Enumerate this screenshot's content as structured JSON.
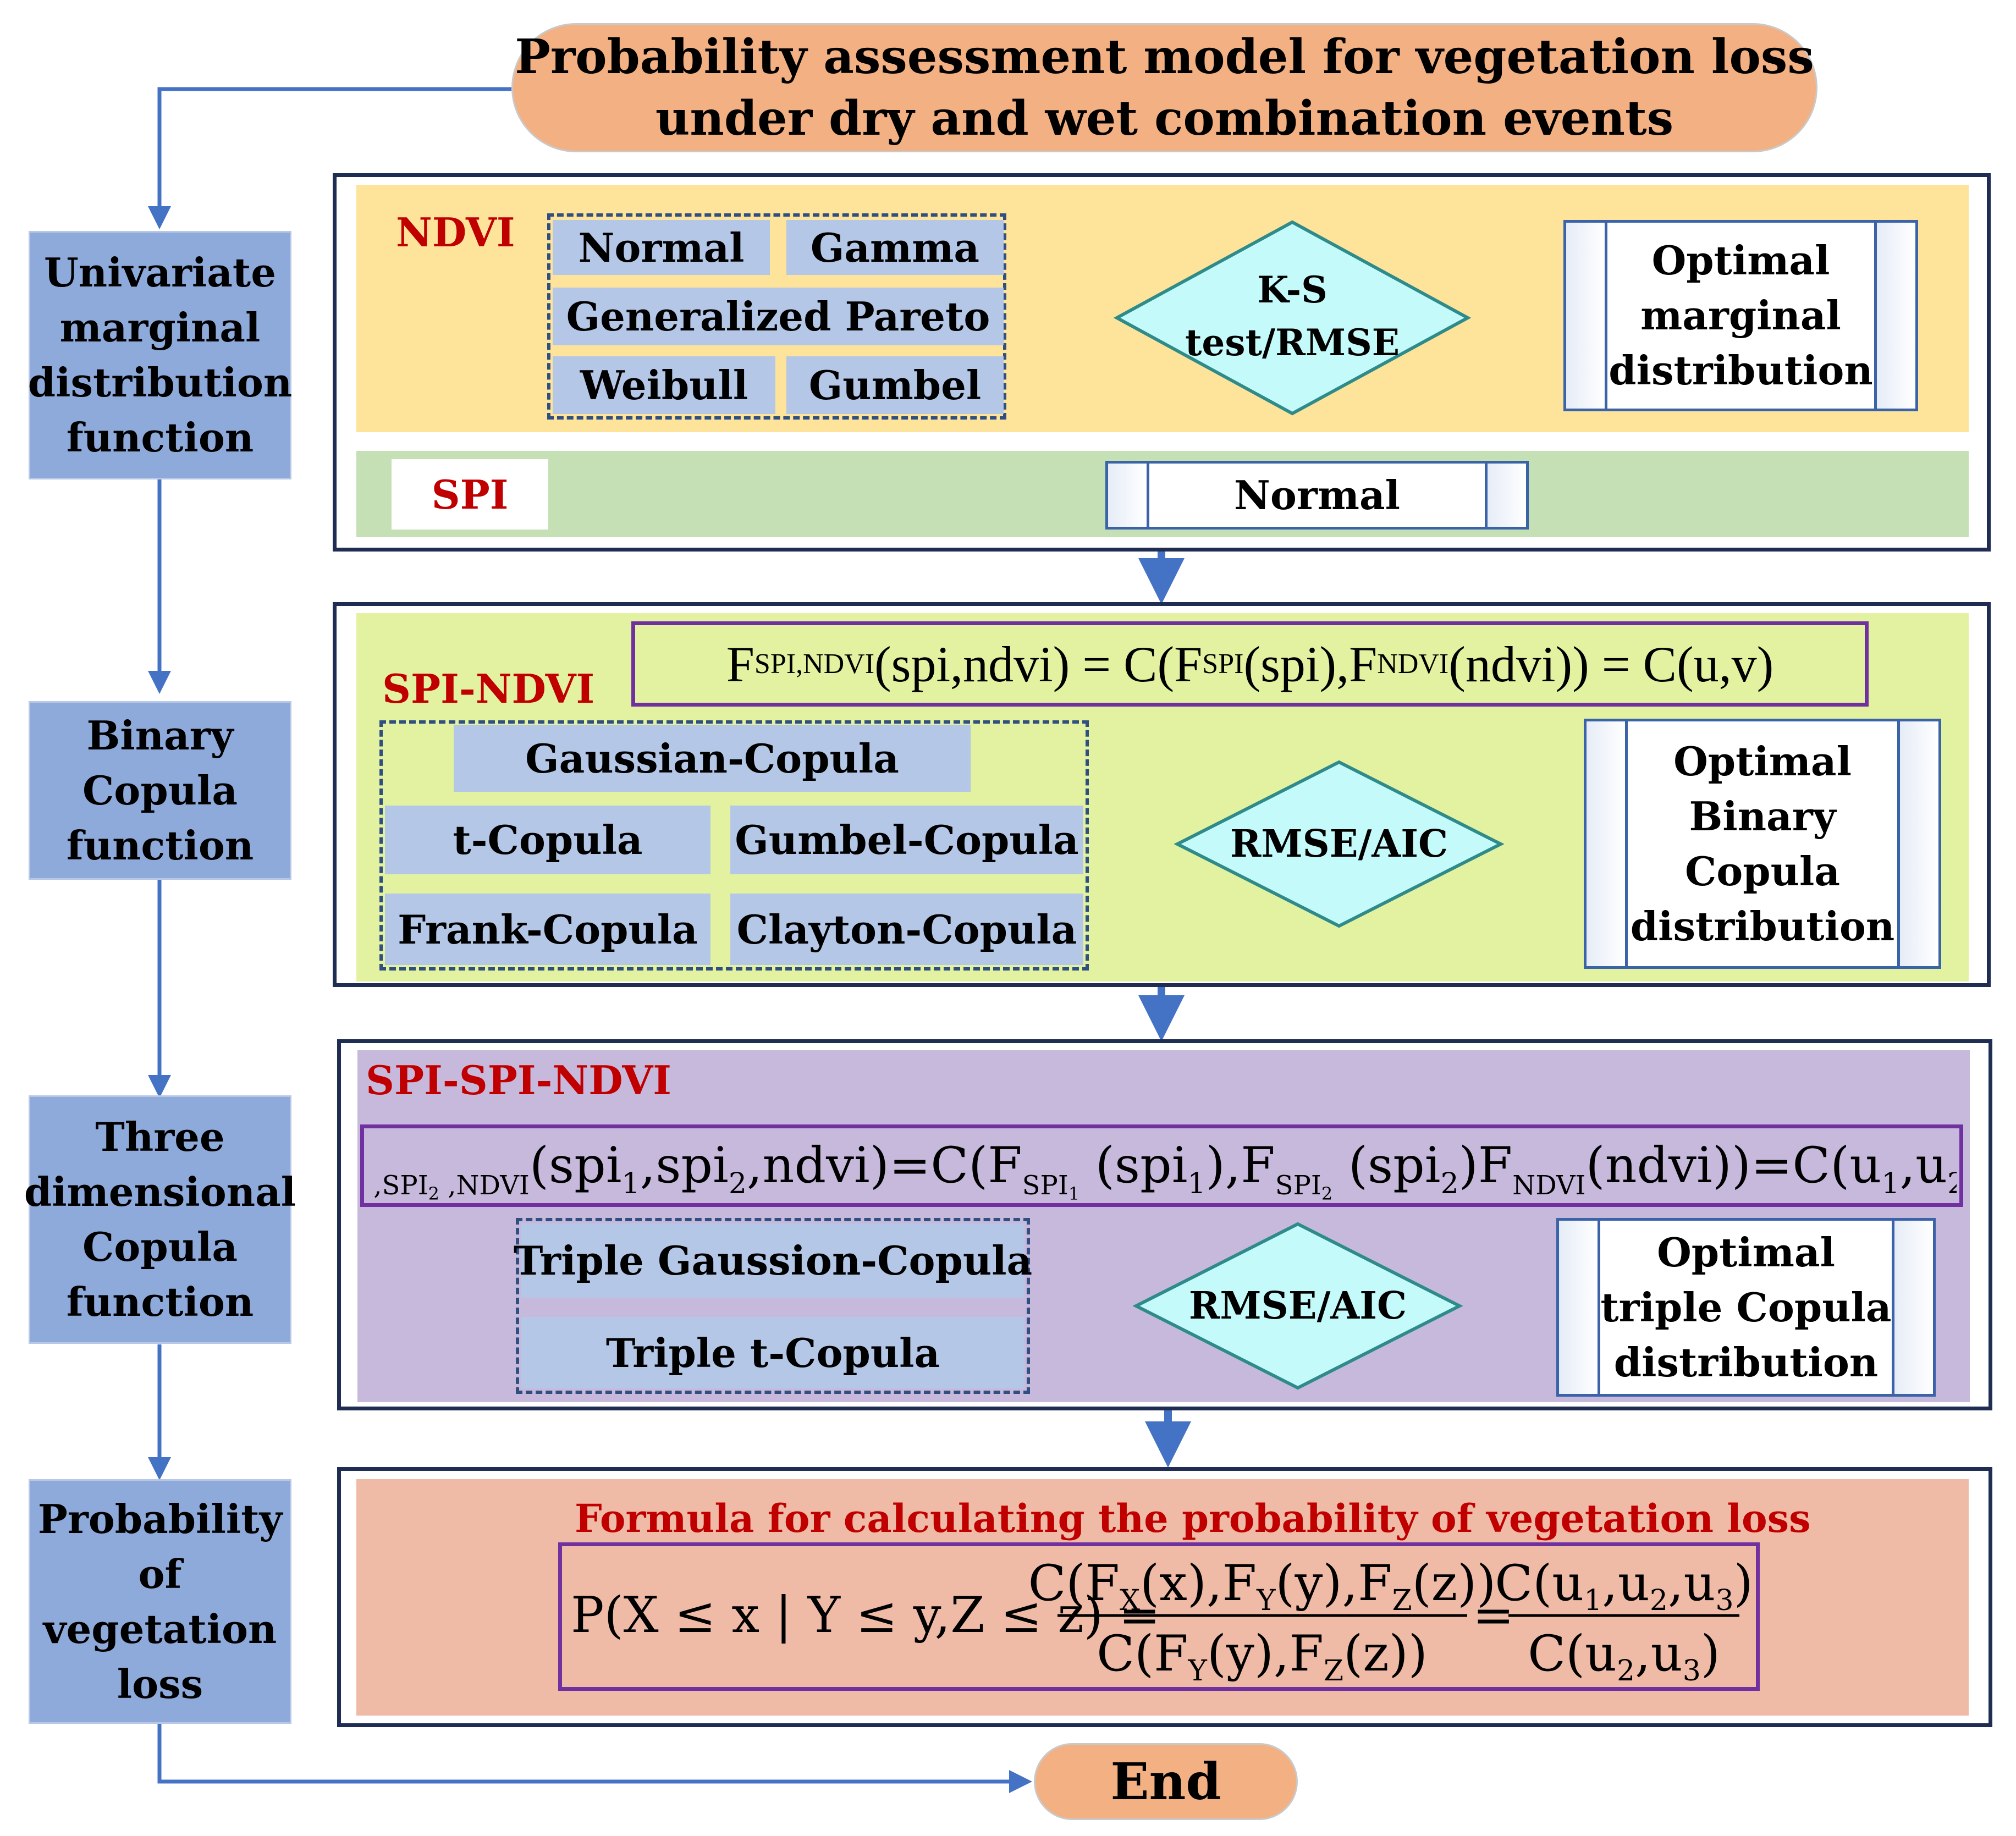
{
  "title": {
    "line1": "Probability assessment model for vegetation loss",
    "line2": "under dry and wet combination events"
  },
  "end_label": "End",
  "sidebar": [
    {
      "lines": [
        "Univariate",
        "marginal",
        "distribution",
        "function"
      ]
    },
    {
      "lines": [
        "Binary",
        "Copula",
        "function"
      ]
    },
    {
      "lines": [
        "Three",
        "dimensional",
        "Copula",
        "function"
      ]
    },
    {
      "lines": [
        "Probability",
        "of",
        "vegetation",
        "loss"
      ]
    }
  ],
  "stage1": {
    "ndvi_label": "NDVI",
    "candidates": [
      "Normal",
      "Gamma",
      "Generalized Pareto",
      "Weibull",
      "Gumbel"
    ],
    "test_line1": "K-S",
    "test_line2": "test/RMSE",
    "optimal_lines": [
      "Optimal",
      "marginal",
      "distribution"
    ],
    "spi_label": "SPI",
    "spi_dist": "Normal"
  },
  "stage2": {
    "label": "SPI-NDVI",
    "formula": {
      "lhs_main": "F",
      "lhs_sub": "SPI,NDVI",
      "lhs_args": "(spi,ndvi) = C(F",
      "sub2": "SPI",
      "mid": "(spi),F",
      "sub3": "NDVI",
      "rhs": "(ndvi)) = C(u,v)"
    },
    "candidates": [
      "Gaussian-Copula",
      "t-Copula",
      "Gumbel-Copula",
      "Frank-Copula",
      "Clayton-Copula"
    ],
    "test": "RMSE/AIC",
    "optimal_lines": [
      "Optimal",
      "Binary",
      "Copula",
      "distribution"
    ]
  },
  "stage3": {
    "label": "SPI-SPI-NDVI",
    "candidates": [
      "Triple Gaussion-Copula",
      "Triple t-Copula"
    ],
    "test": "RMSE/AIC",
    "optimal_lines": [
      "Optimal",
      "triple Copula",
      "distribution"
    ]
  },
  "stage4": {
    "label": "Formula for calculating the probability of vegetation loss"
  },
  "colors": {
    "arrow": "#4472c4",
    "panel_border": "#1f2d53",
    "band_yellow": "#fde49a",
    "band_green": "#c5e0b4",
    "band_lime": "#e3f2a0",
    "band_purple": "#c7b9dc",
    "band_salmon": "#f0bba6",
    "diamond": "#c5fafa",
    "diamond_border": "#2f8a8a",
    "formula_border": "#7030a0",
    "red_label": "#c00000"
  }
}
